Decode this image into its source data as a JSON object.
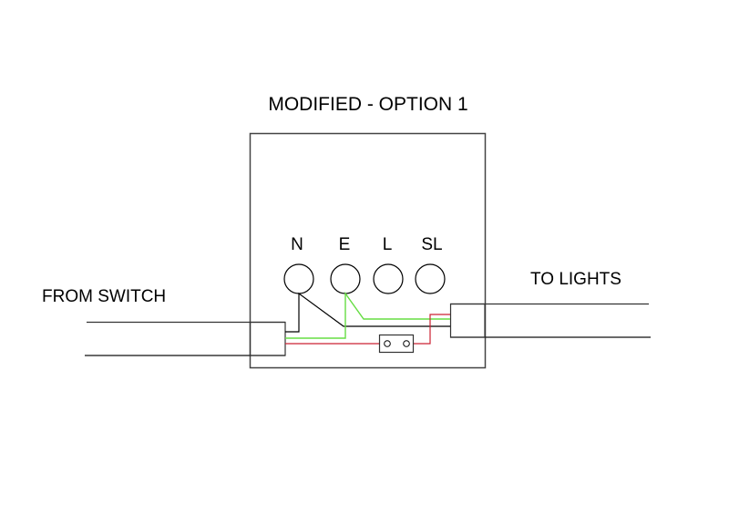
{
  "title": "MODIFIED - OPTION 1",
  "left_label": "FROM SWITCH",
  "right_label": "TO LIGHTS",
  "terminals": [
    {
      "id": "n",
      "label": "N"
    },
    {
      "id": "e",
      "label": "E"
    },
    {
      "id": "l",
      "label": "L"
    },
    {
      "id": "sl",
      "label": "SL"
    }
  ],
  "colors": {
    "outline": "#000000",
    "neutral_wire": "#000000",
    "earth_wire": "#66dd44",
    "live_wire": "#cc2233"
  }
}
